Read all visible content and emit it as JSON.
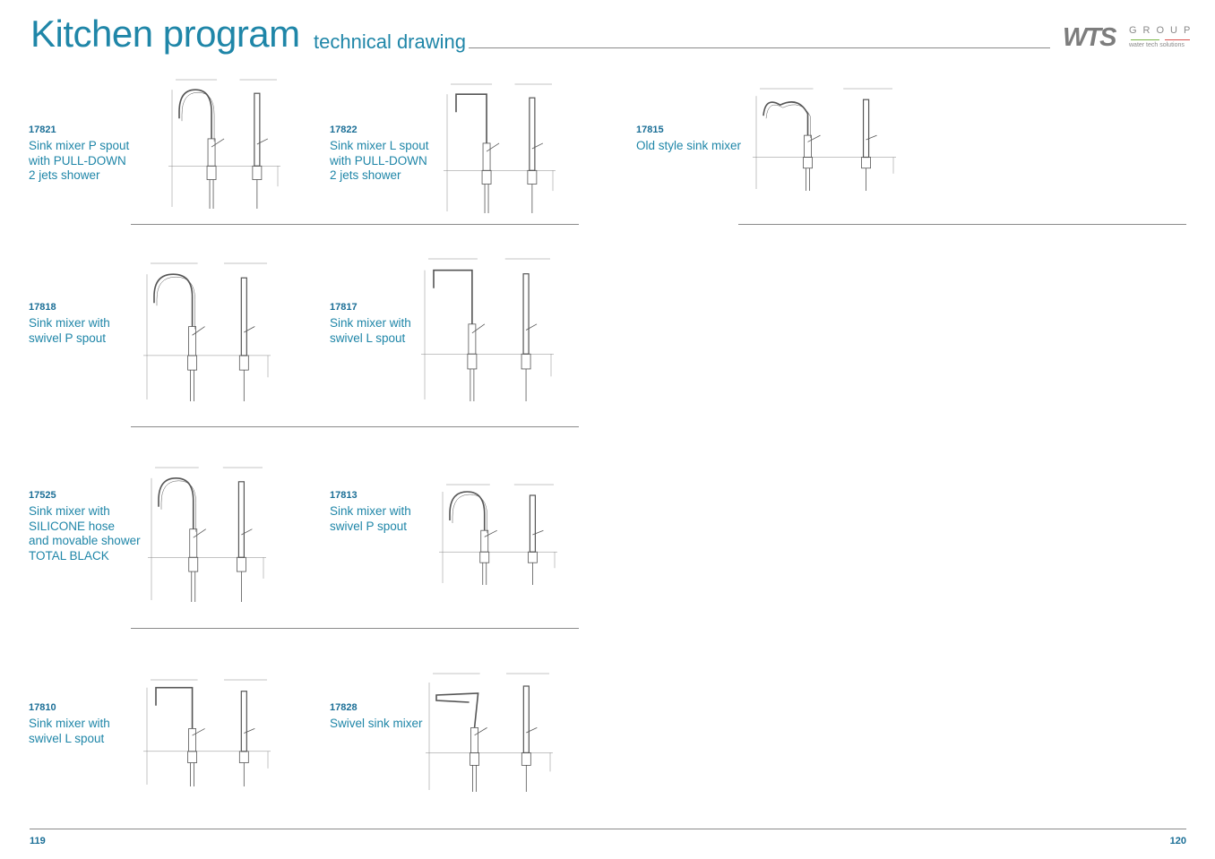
{
  "header": {
    "title": "Kitchen program",
    "subtitle": "technical drawing"
  },
  "logo": {
    "brand": "WTS",
    "group": "GROUP",
    "tagline": "water tech solutions",
    "colors": {
      "green": "#7ab648",
      "red": "#d9534f"
    }
  },
  "products": [
    {
      "code": "17821",
      "name": [
        "Sink mixer P spout",
        "with PULL-DOWN",
        "2 jets shower"
      ],
      "style": "P"
    },
    {
      "code": "17822",
      "name": [
        "Sink mixer L spout",
        "with PULL-DOWN",
        "2 jets shower"
      ],
      "style": "L"
    },
    {
      "code": "17815",
      "name": [
        "Old style sink mixer"
      ],
      "style": "old"
    },
    {
      "code": "17818",
      "name": [
        "Sink mixer with",
        "swivel P spout"
      ],
      "style": "P"
    },
    {
      "code": "17817",
      "name": [
        "Sink mixer with",
        "swivel L spout"
      ],
      "style": "L"
    },
    {
      "code": "17525",
      "name": [
        "Sink mixer with",
        "SILICONE hose",
        "and movable shower",
        "TOTAL BLACK"
      ],
      "style": "P"
    },
    {
      "code": "17813",
      "name": [
        "Sink mixer with",
        "swivel P spout"
      ],
      "style": "P"
    },
    {
      "code": "17810",
      "name": [
        "Sink mixer with",
        "swivel L spout"
      ],
      "style": "L"
    },
    {
      "code": "17828",
      "name": [
        "Swivel sink mixer"
      ],
      "style": "flat"
    }
  ],
  "footer": {
    "page_left": "119",
    "page_right": "120"
  },
  "accent_color": "#1f86a8"
}
